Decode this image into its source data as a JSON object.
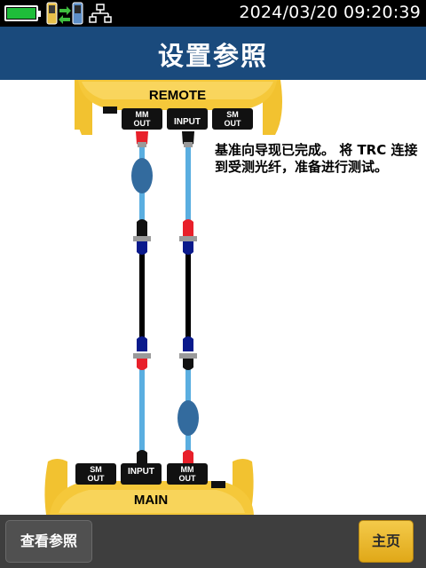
{
  "status_bar": {
    "datetime": "2024/03/20 09:20:39",
    "icons": [
      "battery-full-icon",
      "remote-link-icon",
      "network-icon"
    ],
    "battery_color": "#1fbd3a"
  },
  "header": {
    "title": "设置参照",
    "background": "#1a4a7c"
  },
  "diagram": {
    "remote_unit": {
      "label": "REMOTE",
      "ports": [
        {
          "line1": "MM",
          "line2": "OUT"
        },
        {
          "line1": "INPUT",
          "line2": ""
        },
        {
          "line1": "SM",
          "line2": "OUT"
        }
      ]
    },
    "main_unit": {
      "label": "MAIN",
      "ports": [
        {
          "line1": "SM",
          "line2": "OUT"
        },
        {
          "line1": "INPUT",
          "line2": ""
        },
        {
          "line1": "MM",
          "line2": "OUT"
        }
      ]
    },
    "unit_color": "#f2c230",
    "fiber_color": "#5aaee0",
    "mandrel_color": "#336b9e"
  },
  "message": "基准向导现已完成。 将 TRC 连接到受测光纤，准备进行测试。",
  "bottom_bar": {
    "view_reference_label": "查看参照",
    "home_label": "主页"
  }
}
